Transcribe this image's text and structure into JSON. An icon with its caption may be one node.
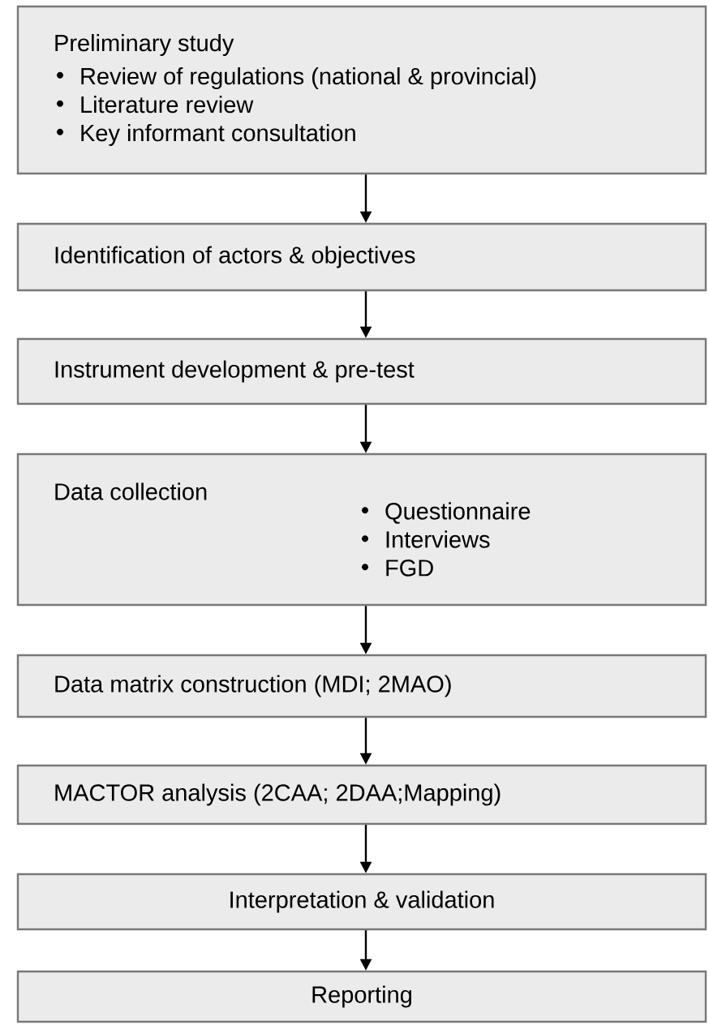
{
  "diagram": {
    "nodes": [
      {
        "text": [
          "Preliminary study",
          "Review of regulations (national & provincial)",
          "Literature review",
          "Key informant consultation"
        ]
      },
      {
        "text": [
          "Identification of actors & objectives"
        ]
      },
      {
        "text": [
          "Instrument development & pre-test"
        ]
      },
      {
        "text": [
          "Data collection",
          "Questionnaire",
          "Interviews",
          "FGD"
        ]
      },
      {
        "text": [
          "Data matrix construction (MDI; 2MAO)"
        ]
      },
      {
        "text": [
          "MACTOR analysis (2CAA; 2DAA;Mapping)"
        ]
      },
      {
        "text": [
          "Interpretation & validation"
        ]
      },
      {
        "text": [
          "Reporting"
        ]
      }
    ],
    "edges": [
      {
        "from": 0,
        "to": 1,
        "arrow": "to"
      },
      {
        "from": 1,
        "to": 2,
        "arrow": "to"
      },
      {
        "from": 2,
        "to": 3,
        "arrow": "to"
      },
      {
        "from": 3,
        "to": 4,
        "arrow": "to"
      },
      {
        "from": 4,
        "to": 5,
        "arrow": "to"
      },
      {
        "from": 5,
        "to": 6,
        "arrow": "to"
      },
      {
        "from": 6,
        "to": 7,
        "arrow": "to"
      }
    ]
  }
}
